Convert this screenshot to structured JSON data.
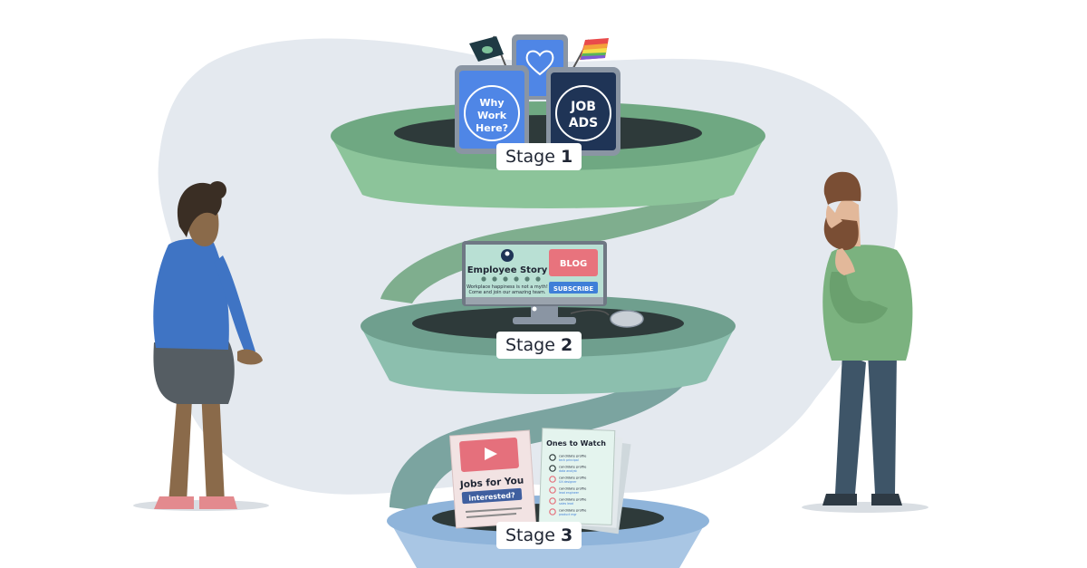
{
  "stages": [
    {
      "label": "Stage",
      "number": "1"
    },
    {
      "label": "Stage",
      "number": "2"
    },
    {
      "label": "Stage",
      "number": "3"
    }
  ],
  "phones": {
    "left_text": [
      "Why",
      "Work",
      "Here?"
    ],
    "right_text": [
      "JOB",
      "ADS"
    ]
  },
  "monitor": {
    "story_title": "Employee Story",
    "story_text_1": "Workplace happiness is not a myth!",
    "story_text_2": "Come and join our amazing team.",
    "blog": "BLOG",
    "subscribe": "SUBSCRIBE"
  },
  "jobs_card": {
    "title": "Jobs for You",
    "button": "interested?"
  },
  "watch_card": {
    "title": "Ones to Watch",
    "rows": [
      {
        "name": "candidate profile",
        "detail": "tech principal"
      },
      {
        "name": "candidate profile",
        "detail": "data analyst"
      },
      {
        "name": "candidate profile",
        "detail": "UX designer"
      },
      {
        "name": "candidate profile",
        "detail": "lead engineer"
      },
      {
        "name": "candidate profile",
        "detail": "sales lead"
      },
      {
        "name": "candidate profile",
        "detail": "product mgr"
      }
    ]
  },
  "colors": {
    "backdrop": "#e4e9ef",
    "ring_green": "#8cc49a",
    "ring_green_dark": "#6fa882",
    "ring_teal": "#7fb5a0",
    "ring_blue": "#a9c6e4",
    "hole": "#2e3a3a",
    "phone_blue": "#4f86e6",
    "phone_navy": "#1f3456",
    "woman_shirt": "#3f74c4",
    "man_shirt": "#7bb27f"
  }
}
